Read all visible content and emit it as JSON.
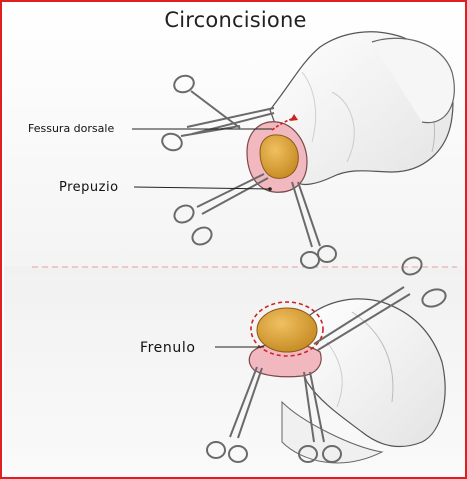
{
  "title": "Circoncisione",
  "labels": {
    "fessura_dorsale": "Fessura dorsale",
    "prepuzio": "Prepuzio",
    "frenulo": "Frenulo"
  },
  "colors": {
    "frame_border": "#e02020",
    "glans": "#d9a33b",
    "foreskin": "#f1b9bf",
    "incision_line": "#cc2222",
    "shaft": "#f2f2f2",
    "instrument": "#6a6a6a"
  }
}
